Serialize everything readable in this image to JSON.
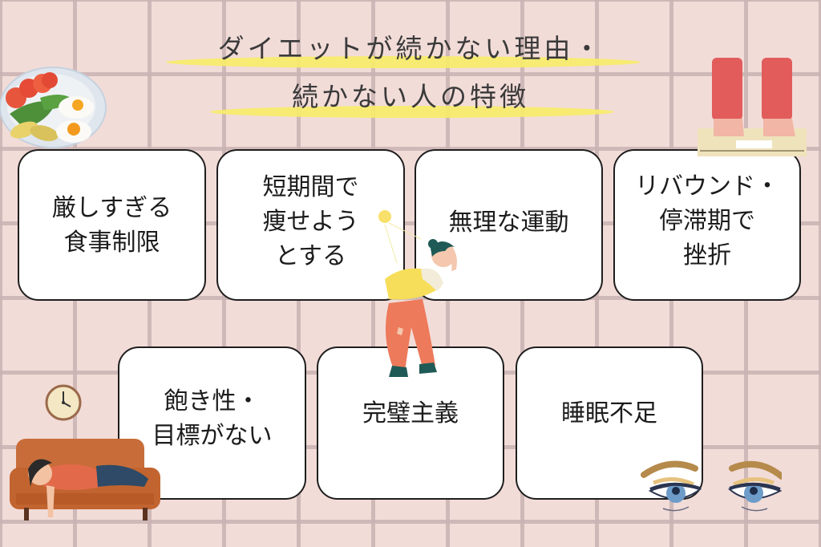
{
  "title": {
    "line1": "ダイエットが続かない理由・",
    "line2": "続かない人の特徴"
  },
  "colors": {
    "background": "#f2dcd8",
    "grid": "#c9b2b2",
    "highlight": "#f7ec6a",
    "card_bg": "#ffffff",
    "card_border": "#1e1e1e",
    "text": "#1c1c1c"
  },
  "cards": [
    {
      "label": "厳しすぎる\n食事制限"
    },
    {
      "label": "短期間で\n痩せよう\nとする"
    },
    {
      "label": "無理な運動"
    },
    {
      "label": "リバウンド・\n停滞期で\n挫折"
    },
    {
      "label": "飽き性・\n目標がない"
    },
    {
      "label": "完璧主義"
    },
    {
      "label": "睡眠不足"
    }
  ],
  "illustrations": [
    {
      "icon": "salad-plate-icon"
    },
    {
      "icon": "feet-on-scale-icon"
    },
    {
      "icon": "tired-exercising-woman-icon"
    },
    {
      "icon": "wall-clock-icon"
    },
    {
      "icon": "woman-lying-on-sofa-icon"
    },
    {
      "icon": "sleepy-eyes-icon"
    }
  ]
}
